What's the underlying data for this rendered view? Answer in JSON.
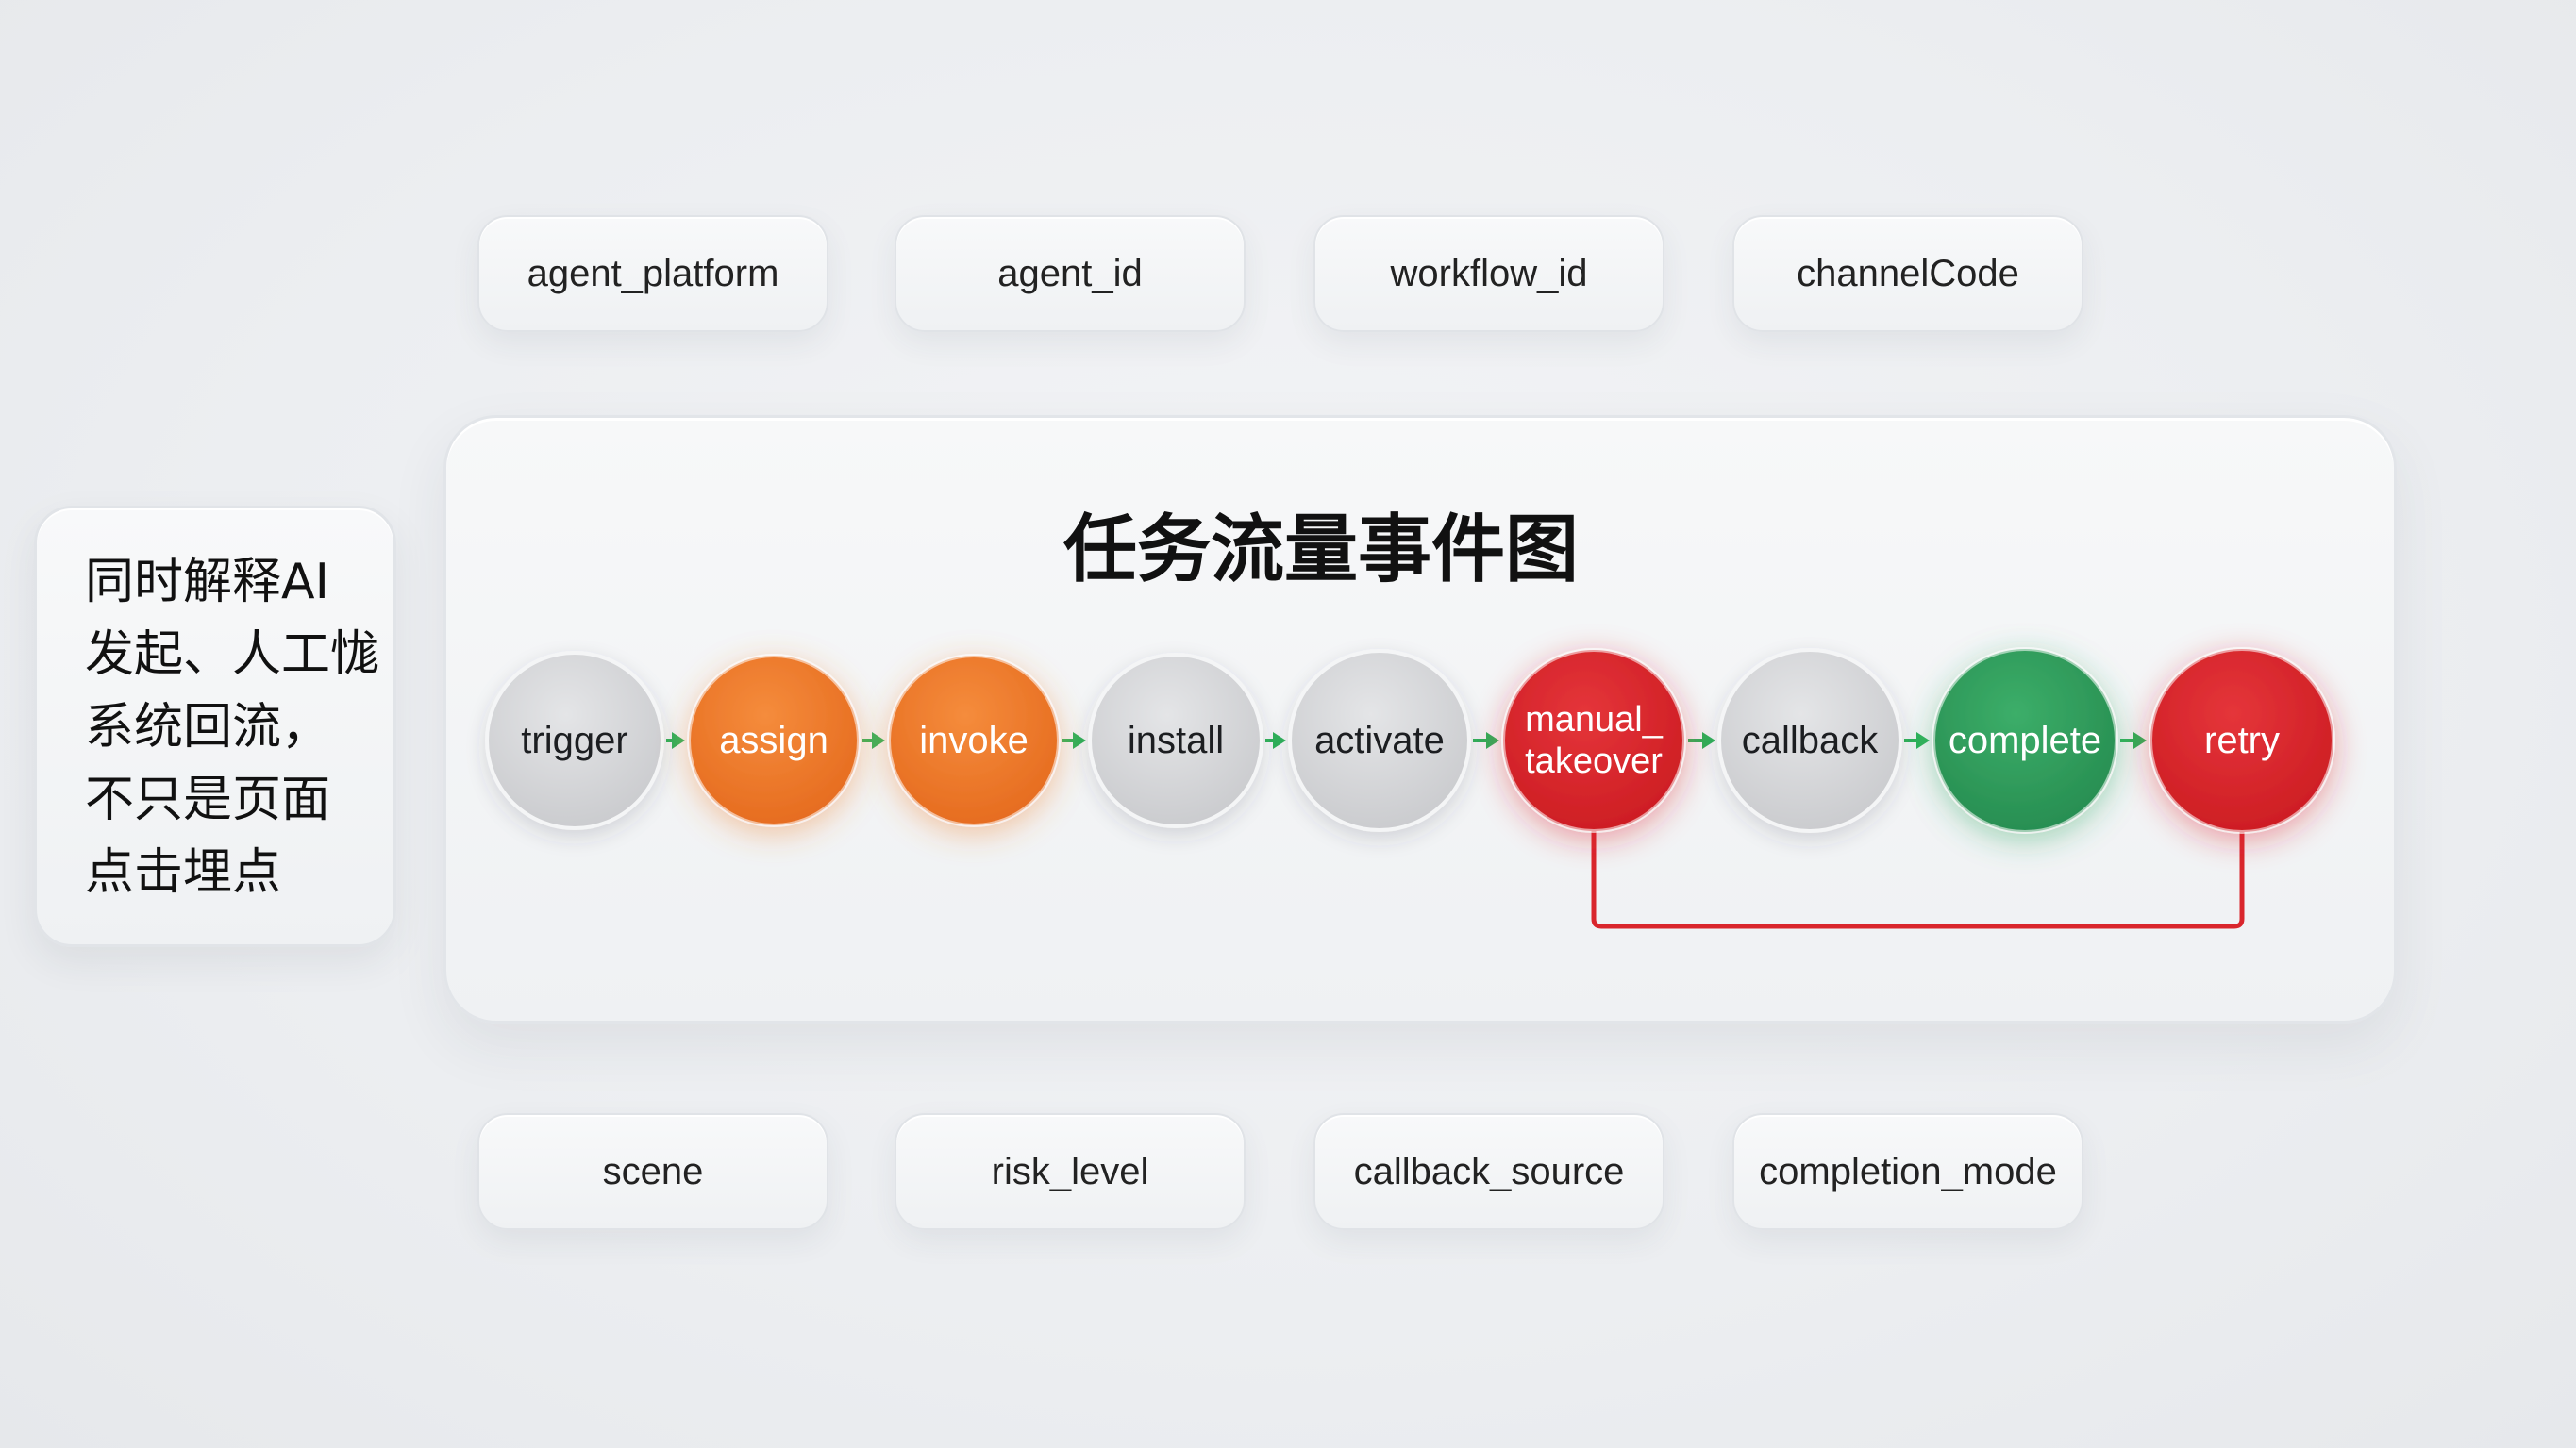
{
  "top_fields": [
    "agent_platform",
    "agent_id",
    "workflow_id",
    "channelCode"
  ],
  "bottom_fields": [
    "scene",
    "risk_level",
    "callback_source",
    "completion_mode"
  ],
  "side_note": {
    "lines": [
      "同时解释AI",
      "发起、人工㤶",
      "系统回流，",
      "不只是页面",
      "点击埋点"
    ]
  },
  "diagram": {
    "title": "任务流量事件图",
    "nodes": [
      {
        "id": "trigger",
        "lines": [
          "trigger"
        ],
        "status": "neutral"
      },
      {
        "id": "assign",
        "lines": [
          "assign"
        ],
        "status": "orange"
      },
      {
        "id": "invoke",
        "lines": [
          "invoke"
        ],
        "status": "orange"
      },
      {
        "id": "install",
        "lines": [
          "install"
        ],
        "status": "neutral"
      },
      {
        "id": "activate",
        "lines": [
          "activate"
        ],
        "status": "neutral"
      },
      {
        "id": "manual_takeover",
        "lines": [
          "manual_",
          "takeover"
        ],
        "status": "red"
      },
      {
        "id": "callback",
        "lines": [
          "callback"
        ],
        "status": "neutral"
      },
      {
        "id": "complete",
        "lines": [
          "complete"
        ],
        "status": "green"
      },
      {
        "id": "retry",
        "lines": [
          "retry"
        ],
        "status": "red"
      }
    ],
    "edges": [
      {
        "from": "trigger",
        "to": "assign"
      },
      {
        "from": "assign",
        "to": "invoke"
      },
      {
        "from": "invoke",
        "to": "install"
      },
      {
        "from": "install",
        "to": "activate"
      },
      {
        "from": "activate",
        "to": "manual_takeover"
      },
      {
        "from": "manual_takeover",
        "to": "callback"
      },
      {
        "from": "callback",
        "to": "complete"
      },
      {
        "from": "complete",
        "to": "retry"
      }
    ],
    "loop_edge": {
      "from": "retry",
      "to": "manual_takeover"
    }
  },
  "colors": {
    "neutral": "#d3d4d6",
    "orange": "#ee7a2a",
    "red": "#d8262c",
    "green": "#2f9d5c",
    "arrow": "#2fb15a",
    "loop": "#d9262c"
  }
}
